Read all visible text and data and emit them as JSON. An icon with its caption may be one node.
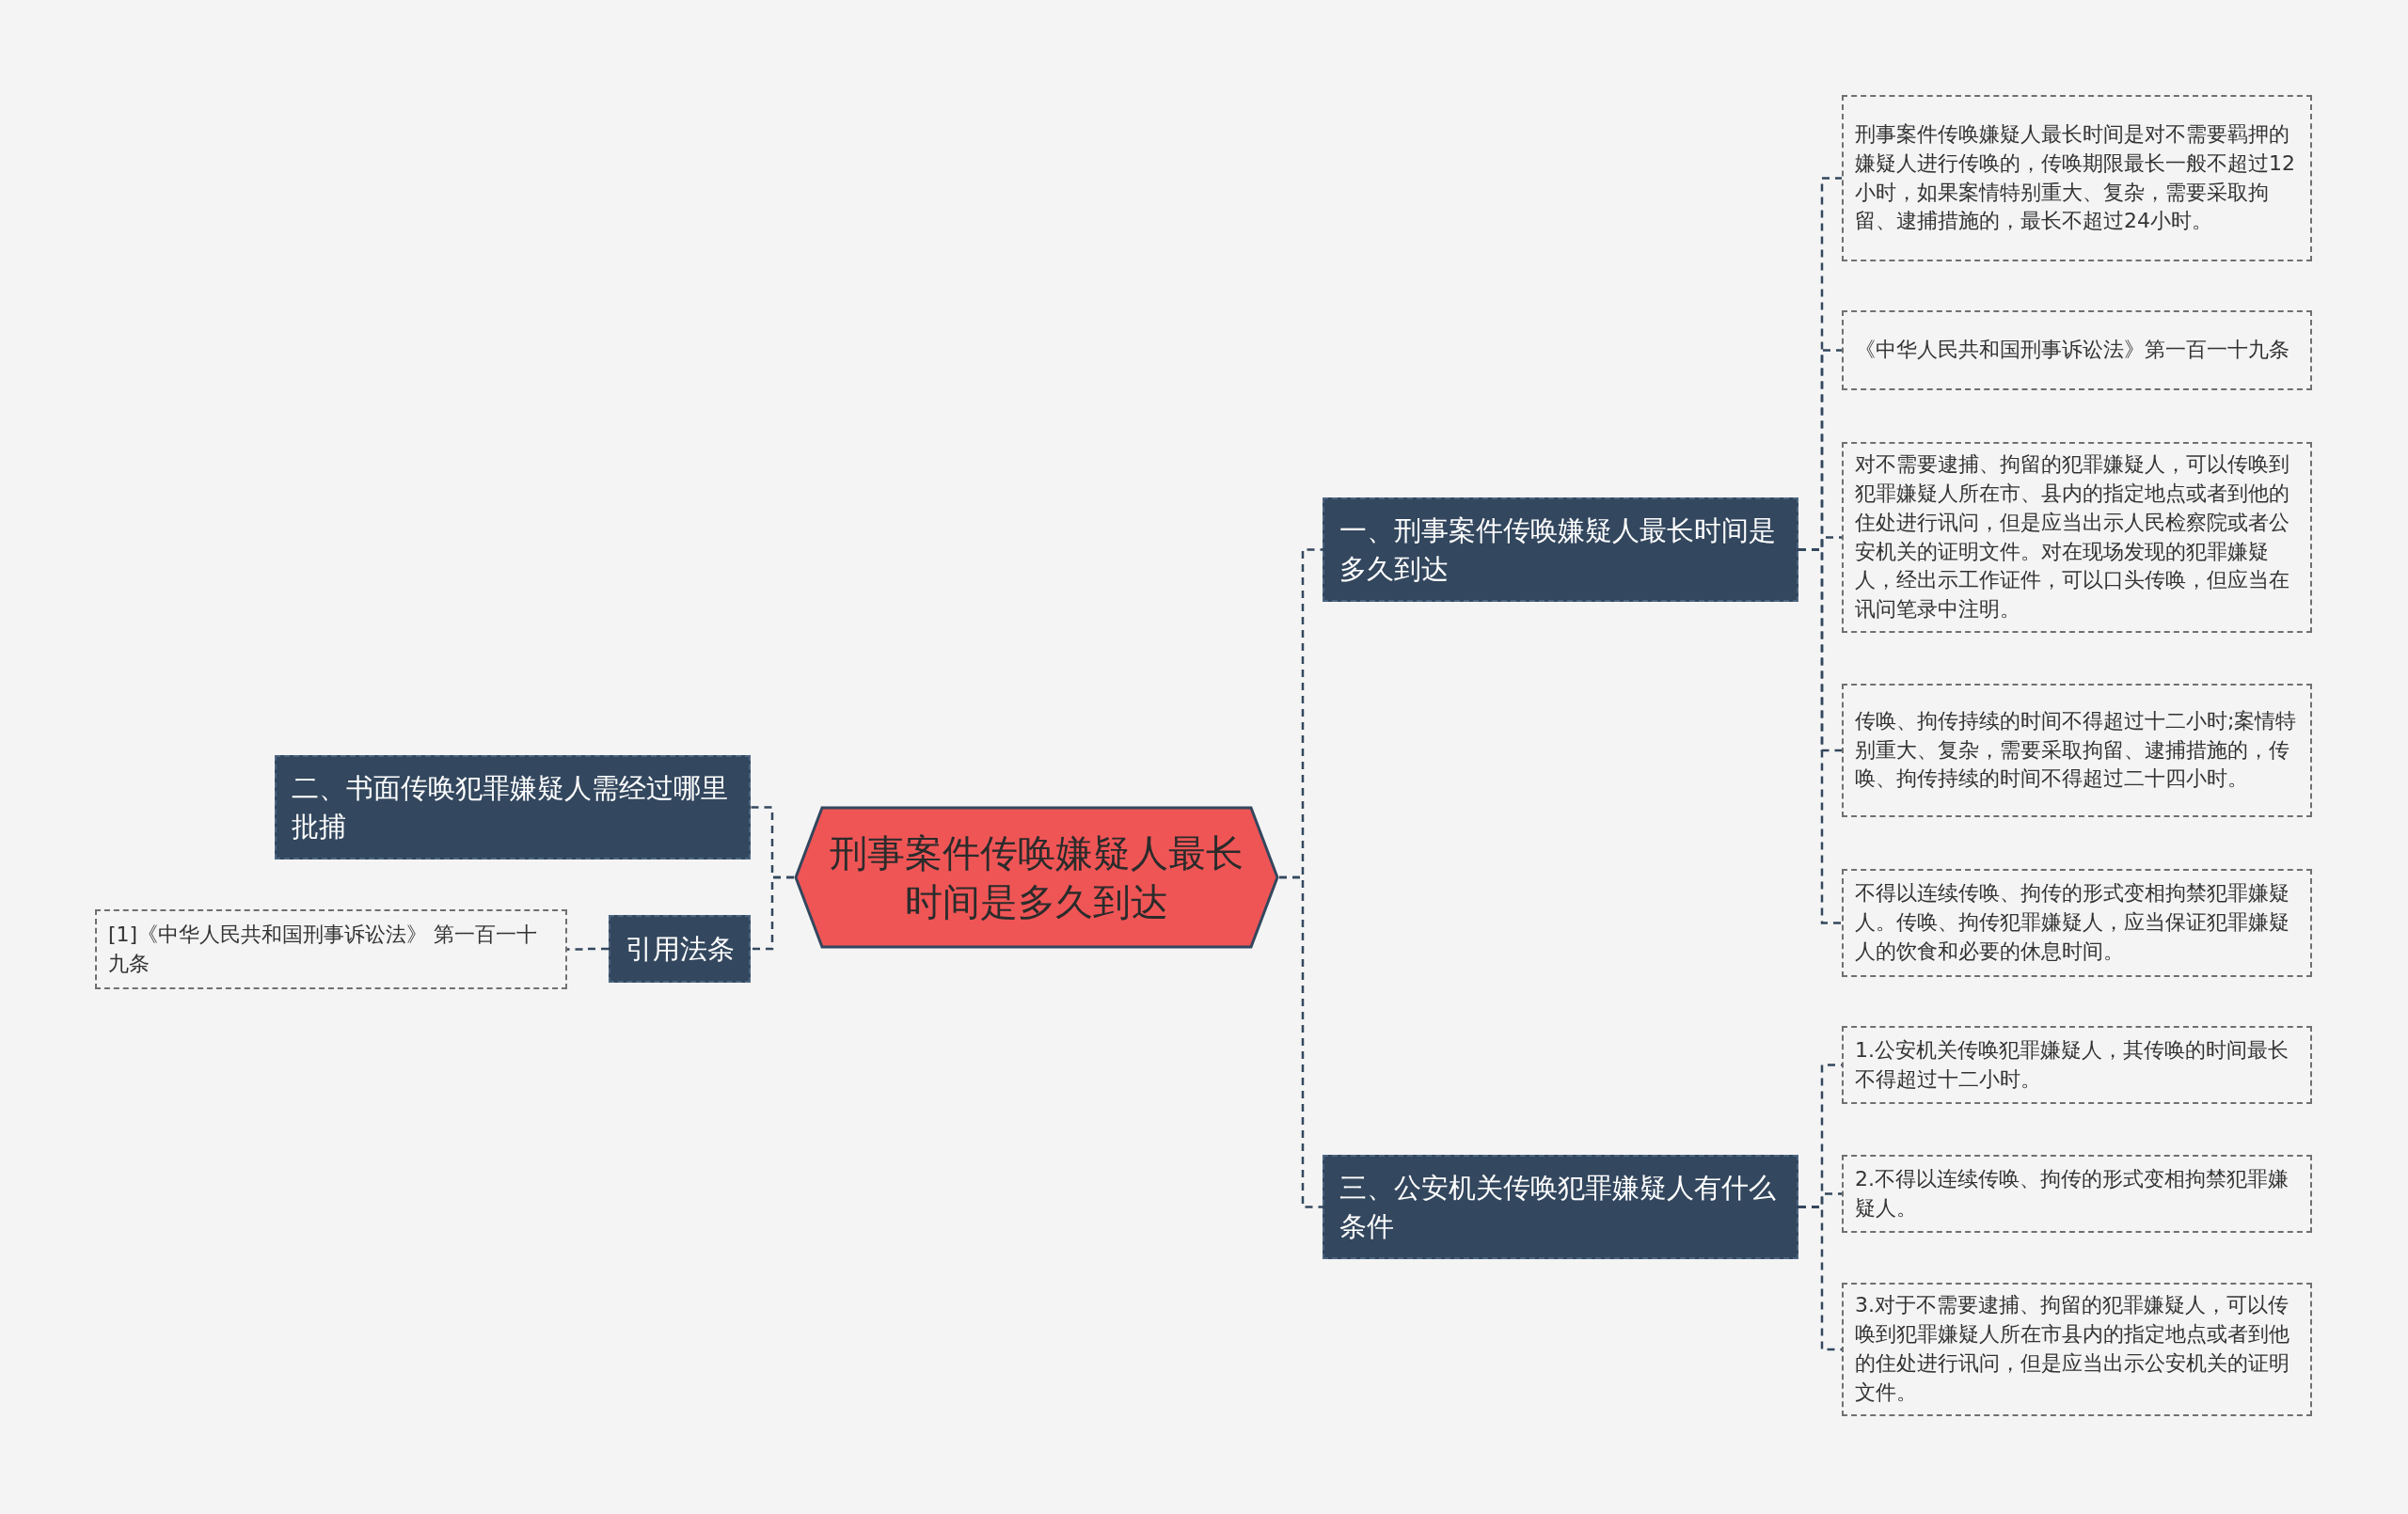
{
  "diagram": {
    "nodes": [
      {
        "text": [
          "刑事案件传唤嫌疑人最长时间是多久到达"
        ]
      },
      {
        "text": [
          "一、刑事案件传唤嫌疑人最长时间是多久到达"
        ]
      },
      {
        "text": [
          "刑事案件传唤嫌疑人最长时间是对不需要羁押的嫌疑人进行传唤的，传唤期限最长一般不超过12小时，如果案情特别重大、复杂，需要采取拘留、逮捕措施的，最长不超过24小时。"
        ]
      },
      {
        "text": [
          "《中华人民共和国刑事诉讼法》第一百一十九条"
        ]
      },
      {
        "text": [
          "对不需要逮捕、拘留的犯罪嫌疑人，可以传唤到犯罪嫌疑人所在市、县内的指定地点或者到他的住处进行讯问，但是应当出示人民检察院或者公安机关的证明文件。对在现场发现的犯罪嫌疑人，经出示工作证件，可以口头传唤，但应当在讯问笔录中注明。"
        ]
      },
      {
        "text": [
          "传唤、拘传持续的时间不得超过十二小时;案情特别重大、复杂，需要采取拘留、逮捕措施的，传唤、拘传持续的时间不得超过二十四小时。"
        ]
      },
      {
        "text": [
          "不得以连续传唤、拘传的形式变相拘禁犯罪嫌疑人。传唤、拘传犯罪嫌疑人，应当保证犯罪嫌疑人的饮食和必要的休息时间。"
        ]
      },
      {
        "text": [
          "三、公安机关传唤犯罪嫌疑人有什么条件"
        ]
      },
      {
        "text": [
          "1.公安机关传唤犯罪嫌疑人，其传唤的时间最长不得超过十二小时。"
        ]
      },
      {
        "text": [
          "2.不得以连续传唤、拘传的形式变相拘禁犯罪嫌疑人。"
        ]
      },
      {
        "text": [
          "3.对于不需要逮捕、拘留的犯罪嫌疑人，可以传唤到犯罪嫌疑人所在市县内的指定地点或者到他的住处进行讯问，但是应当出示公安机关的证明文件。"
        ]
      },
      {
        "text": [
          "二、书面传唤犯罪嫌疑人需经过哪里批捕"
        ]
      },
      {
        "text": [
          "引用法条"
        ]
      },
      {
        "text": [
          "[1]《中华人民共和国刑事诉讼法》 第一百一十九条"
        ]
      }
    ],
    "edges": [
      {
        "from": 0,
        "to": 1,
        "arrow": "none",
        "style": "dashed"
      },
      {
        "from": 1,
        "to": 2,
        "arrow": "none",
        "style": "dashed"
      },
      {
        "from": 1,
        "to": 3,
        "arrow": "none",
        "style": "dashed"
      },
      {
        "from": 1,
        "to": 4,
        "arrow": "none",
        "style": "dashed"
      },
      {
        "from": 1,
        "to": 5,
        "arrow": "none",
        "style": "dashed"
      },
      {
        "from": 1,
        "to": 6,
        "arrow": "none",
        "style": "dashed"
      },
      {
        "from": 0,
        "to": 7,
        "arrow": "none",
        "style": "dashed"
      },
      {
        "from": 7,
        "to": 8,
        "arrow": "none",
        "style": "dashed"
      },
      {
        "from": 7,
        "to": 9,
        "arrow": "none",
        "style": "dashed"
      },
      {
        "from": 7,
        "to": 10,
        "arrow": "none",
        "style": "dashed"
      },
      {
        "from": 0,
        "to": 11,
        "arrow": "none",
        "style": "dashed"
      },
      {
        "from": 0,
        "to": 12,
        "arrow": "none",
        "style": "dashed"
      },
      {
        "from": 12,
        "to": 13,
        "arrow": "none",
        "style": "dashed"
      }
    ]
  }
}
